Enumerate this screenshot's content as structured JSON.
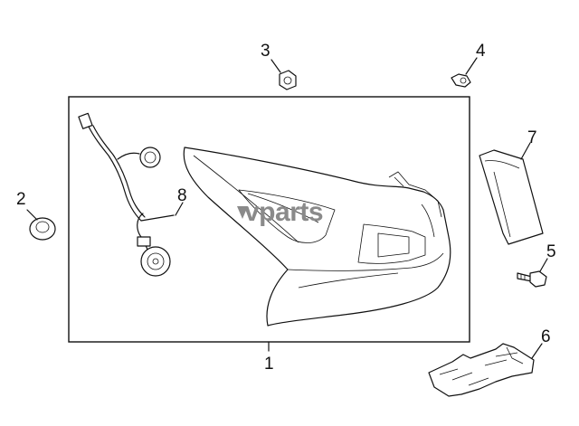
{
  "diagram": {
    "watermark": "vparts",
    "callouts": [
      {
        "id": "1",
        "text": "1"
      },
      {
        "id": "2",
        "text": "2"
      },
      {
        "id": "3",
        "text": "3"
      },
      {
        "id": "4",
        "text": "4"
      },
      {
        "id": "5",
        "text": "5"
      },
      {
        "id": "6",
        "text": "6"
      },
      {
        "id": "7",
        "text": "7"
      },
      {
        "id": "8",
        "text": "8"
      }
    ]
  }
}
